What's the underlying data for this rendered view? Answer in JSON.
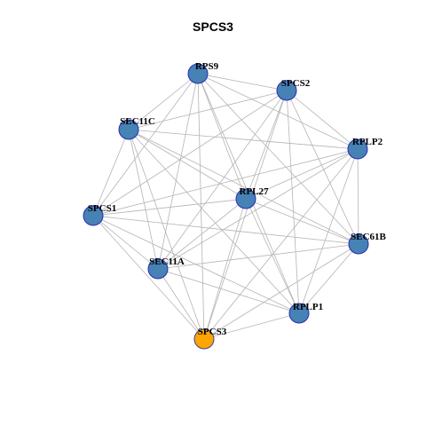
{
  "title": "SPCS3",
  "colors": {
    "node_fill": "#4682B4",
    "node_stroke": "#2B2BB5",
    "focus_fill": "#FFA500",
    "focus_stroke": "#3A3AA8",
    "edge": "#B4B4B4",
    "label": "#000000"
  },
  "focus_node": "SPCS3",
  "nodes": [
    "RPS9",
    "SPCS2",
    "SEC11C",
    "RPLP2",
    "RPL27",
    "SPCS1",
    "SEC61B",
    "SEC11A",
    "RPLP1",
    "SPCS3"
  ],
  "edges": [
    [
      "RPS9",
      "SPCS2"
    ],
    [
      "RPS9",
      "RPLP2"
    ],
    [
      "RPS9",
      "SEC61B"
    ],
    [
      "RPS9",
      "RPLP1"
    ],
    [
      "RPS9",
      "RPL27"
    ],
    [
      "RPS9",
      "SPCS3"
    ],
    [
      "RPS9",
      "SEC11A"
    ],
    [
      "RPS9",
      "SPCS1"
    ],
    [
      "RPS9",
      "SEC11C"
    ],
    [
      "SPCS2",
      "RPLP2"
    ],
    [
      "SPCS2",
      "SEC61B"
    ],
    [
      "SPCS2",
      "RPLP1"
    ],
    [
      "SPCS2",
      "RPL27"
    ],
    [
      "SPCS2",
      "SPCS3"
    ],
    [
      "SPCS2",
      "SEC11A"
    ],
    [
      "SPCS2",
      "SEC11C"
    ],
    [
      "SPCS2",
      "SPCS1"
    ],
    [
      "SEC11C",
      "RPLP2"
    ],
    [
      "SEC11C",
      "RPL27"
    ],
    [
      "SEC11C",
      "SEC61B"
    ],
    [
      "SEC11C",
      "RPLP1"
    ],
    [
      "SEC11C",
      "SPCS3"
    ],
    [
      "SEC11C",
      "SEC11A"
    ],
    [
      "SEC11C",
      "SPCS1"
    ],
    [
      "RPLP2",
      "SEC61B"
    ],
    [
      "RPLP2",
      "RPLP1"
    ],
    [
      "RPLP2",
      "RPL27"
    ],
    [
      "RPLP2",
      "SPCS3"
    ],
    [
      "RPLP2",
      "SEC11A"
    ],
    [
      "RPLP2",
      "SPCS1"
    ],
    [
      "RPL27",
      "SEC61B"
    ],
    [
      "RPL27",
      "RPLP1"
    ],
    [
      "RPL27",
      "SPCS3"
    ],
    [
      "RPL27",
      "SEC11A"
    ],
    [
      "RPL27",
      "SPCS1"
    ],
    [
      "SPCS1",
      "SEC61B"
    ],
    [
      "SPCS1",
      "RPLP1"
    ],
    [
      "SPCS1",
      "SPCS3"
    ],
    [
      "SPCS1",
      "SEC11A"
    ],
    [
      "SEC61B",
      "RPLP1"
    ],
    [
      "SEC61B",
      "SPCS3"
    ],
    [
      "SEC61B",
      "SEC11A"
    ],
    [
      "SEC11A",
      "RPLP1"
    ],
    [
      "SEC11A",
      "SPCS3"
    ],
    [
      "RPLP1",
      "SPCS3"
    ]
  ]
}
